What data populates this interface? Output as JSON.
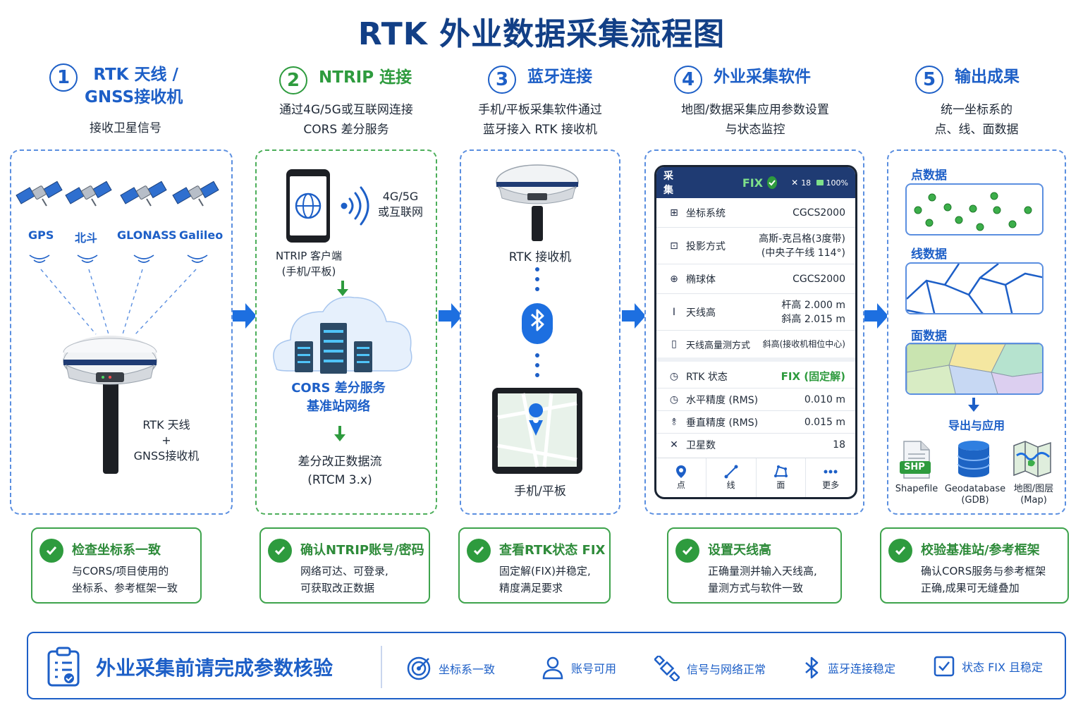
{
  "title": "RTK 外业数据采集流程图",
  "steps": [
    {
      "num": "1",
      "title_line1": "RTK 天线 /",
      "title_line2": "GNSS接收机",
      "desc_line1": "接收卫星信号"
    },
    {
      "num": "2",
      "title": "NTRIP 连接",
      "desc_line1": "通过4G/5G或互联网连接",
      "desc_line2": "CORS 差分服务"
    },
    {
      "num": "3",
      "title": "蓝牙连接",
      "desc_line1": "手机/平板采集软件通过",
      "desc_line2": "蓝牙接入 RTK 接收机"
    },
    {
      "num": "4",
      "title": "外业采集软件",
      "desc_line1": "地图/数据采集应用参数设置",
      "desc_line2": "与状态监控"
    },
    {
      "num": "5",
      "title": "输出成果",
      "desc_line1": "统一坐标系的",
      "desc_line2": "点、线、面数据"
    }
  ],
  "panel1": {
    "satellites": [
      "GPS",
      "北斗",
      "GLONASS",
      "Galileo"
    ],
    "antenna_line1": "RTK 天线",
    "antenna_plus": "+",
    "antenna_line2": "GNSS接收机"
  },
  "panel2": {
    "network": "4G/5G",
    "network2": "或互联网",
    "client_line1": "NTRIP 客户端",
    "client_line2": "(手机/平板)",
    "cors_line1": "CORS 差分服务",
    "cors_line2": "基准站网络",
    "stream_line1": "差分改正数据流",
    "stream_line2": "(RTCM 3.x)"
  },
  "panel3": {
    "receiver": "RTK 接收机",
    "device": "手机/平板"
  },
  "app": {
    "header_label": "采集",
    "header_status": "FIX",
    "sat_count": "18",
    "battery": "100%",
    "rows": [
      {
        "key": "坐标系统",
        "value": "CGCS2000"
      },
      {
        "key": "投影方式",
        "value_line1": "高斯-克吕格(3度带)",
        "value_line2": "(中央子午线 114°)"
      },
      {
        "key": "椭球体",
        "value": "CGCS2000"
      },
      {
        "key": "天线高",
        "value_line1": "杆高 2.000 m",
        "value_line2": "斜高 2.015 m"
      },
      {
        "key": "天线高量测方式",
        "value": "斜高(接收机相位中心)"
      },
      {
        "key": "RTK 状态",
        "value": "FIX (固定解)"
      },
      {
        "key": "水平精度 (RMS)",
        "value": "0.010 m"
      },
      {
        "key": "垂直精度 (RMS)",
        "value": "0.015 m"
      },
      {
        "key": "卫星数",
        "value": "18"
      }
    ],
    "tabs": [
      "点",
      "线",
      "面",
      "更多"
    ]
  },
  "panel5": {
    "point_title": "点数据",
    "line_title": "线数据",
    "area_title": "面数据",
    "export_label": "导出与应用",
    "shp_badge": "SHP",
    "formats": [
      {
        "line1": "Shapefile",
        "line2": ""
      },
      {
        "line1": "Geodatabase",
        "line2": "(GDB)"
      },
      {
        "line1": "地图/图层",
        "line2": "(Map)"
      }
    ]
  },
  "checks": [
    {
      "title": "检查坐标系一致",
      "line1": "与CORS/项目使用的",
      "line2": "坐标系、参考框架一致"
    },
    {
      "title": "确认NTRIP账号/密码",
      "line1": "网络可达、可登录,",
      "line2": "可获取改正数据"
    },
    {
      "title": "查看RTK状态 FIX",
      "line1": "固定解(FIX)并稳定,",
      "line2": "精度满足要求"
    },
    {
      "title": "设置天线高",
      "line1": "正确量测并输入天线高,",
      "line2": "量测方式与软件一致"
    },
    {
      "title": "校验基准站/参考框架",
      "line1": "确认CORS服务与参考框架",
      "line2": "正确,成果可无缝叠加"
    }
  ],
  "banner": {
    "title": "外业采集前请完成参数核验",
    "items": [
      "坐标系一致",
      "账号可用",
      "信号与网络正常",
      "蓝牙连接稳定",
      "状态 FIX 且稳定"
    ]
  },
  "colors": {
    "primary": "#1d5fc7",
    "title": "#123f86",
    "green": "#2e9b3e",
    "dark_nav": "#1f3b73"
  }
}
